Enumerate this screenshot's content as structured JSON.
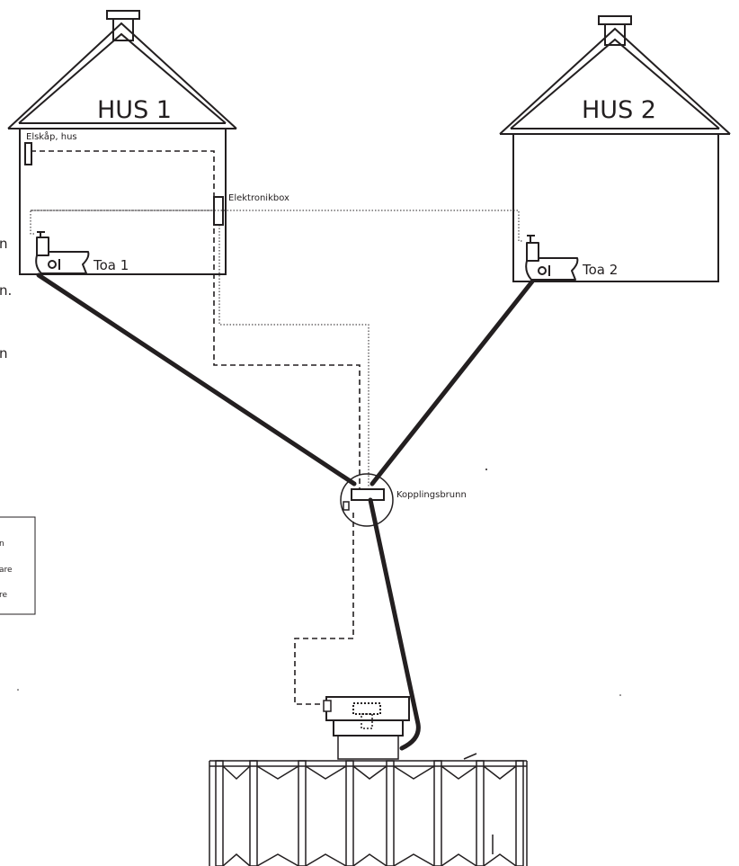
{
  "houses": {
    "house1_title": "HUS 1",
    "house2_title": "HUS 2"
  },
  "labels": {
    "elskap": "Elskåp, hus",
    "elektronikbox": "Elektronikbox",
    "toa1": "Toa 1",
    "toa2": "Toa 2",
    "kopplingsbrunn": "Kopplingsbrunn"
  },
  "left_margin_fragments": [
    "n",
    "n.",
    "n"
  ],
  "legend": {
    "fragments": [
      "n",
      "are",
      "re"
    ]
  },
  "colors": {
    "ink": "#231f20",
    "background": "#ffffff"
  }
}
